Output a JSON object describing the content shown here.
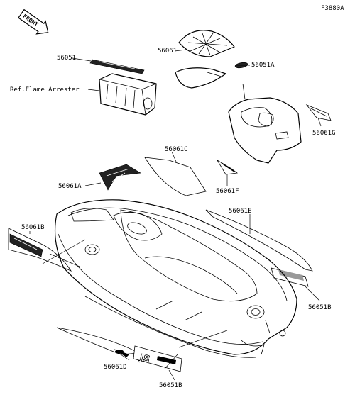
{
  "figure_code": "F3880A",
  "front_label": "FRONT",
  "labels": {
    "p56051": "56051",
    "ref_flame_arrester": "Ref.Flame Arrester",
    "p56061": "56061",
    "p56051A": "56051A",
    "p56061G": "56061G",
    "p56061C": "56061C",
    "p56061A": "56061A",
    "p56061F": "56061F",
    "p56061E": "56061E",
    "p56061B": "56061B",
    "p56051B_right": "56051B",
    "p56061D": "56061D",
    "p56051B_bottom": "56051B"
  }
}
